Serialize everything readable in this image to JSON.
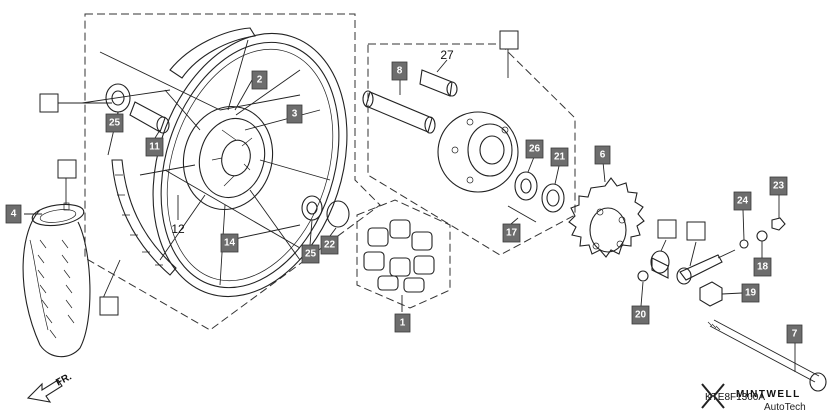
{
  "diagram": {
    "code": "KTE8F1300A",
    "direction_label": "FR.",
    "brand": {
      "name": "MINTWELL",
      "tagline": "AutoTech"
    },
    "callouts": {
      "c1": "1",
      "c2": "2",
      "c3": "3",
      "c4": "4",
      "c6": "6",
      "c7": "7",
      "c8": "8",
      "c11": "11",
      "c14": "14",
      "c17": "17",
      "c18": "18",
      "c19": "19",
      "c20": "20",
      "c21": "21",
      "c22": "22",
      "c23": "23",
      "c24": "24",
      "c25a": "25",
      "c25b": "25",
      "c26": "26"
    },
    "plain_labels": {
      "p12": "12",
      "p27": "27"
    }
  }
}
